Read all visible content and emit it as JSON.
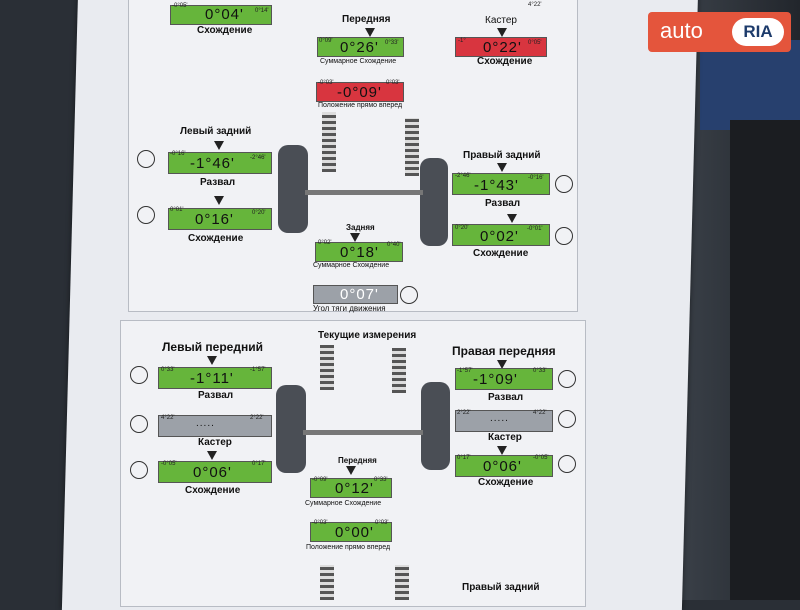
{
  "logo": {
    "prefix": "auto",
    "suffix": "RIA"
  },
  "top_panel": {
    "title": "Текущие измерения",
    "partial_top": {
      "left_toe": {
        "value": "0°04'",
        "left": "-0°05'",
        "right": "0°14'",
        "label": "Схождение"
      },
      "right_caster": {
        "label": "Кастер",
        "left": "",
        "right": "4°22'"
      },
      "front": {
        "label": "Передняя",
        "value": "0°26'",
        "left": "0°09'",
        "right": "0°33'",
        "sum_label": "Суммарное Схождение"
      },
      "right_toe": {
        "value": "0°22'",
        "left": "-1°",
        "right": "0°05'",
        "label": "Схождение"
      },
      "thrust_front": {
        "value": "-0°09'",
        "left": "-0°03'",
        "right": "0°03'",
        "label": "Положение прямо вперед"
      }
    },
    "rear_left": {
      "title": "Левый задний",
      "camber": {
        "value": "-1°46'",
        "left": "-0°16'",
        "right": "-2°46'",
        "label": "Развал"
      },
      "toe": {
        "value": "0°16'",
        "left": "0°01'",
        "right": "0°20'",
        "label": "Схождение"
      }
    },
    "rear_right": {
      "title": "Правый задний",
      "camber": {
        "value": "-1°43'",
        "left": "-2°46'",
        "right": "-0°16'",
        "label": "Развал"
      },
      "toe": {
        "value": "0°02'",
        "left": "0°20'",
        "right": "-0°01'",
        "label": "Схождение"
      }
    },
    "rear_total": {
      "title": "Задняя",
      "value": "0°18'",
      "left": "0°02'",
      "right": "0°40'",
      "label": "Суммарное Схождение"
    },
    "thrust": {
      "value": "0°07'",
      "label": "Угол тяги движения"
    }
  },
  "bottom_panel": {
    "title": "Текущие измерения",
    "front_left": {
      "title": "Левый передний",
      "camber": {
        "value": "-1°11'",
        "left": "0°33'",
        "right": "-1°57'",
        "label": "Развал"
      },
      "caster": {
        "value": ".....",
        "left": "4°22'",
        "right": "2°22'",
        "label": "Кастер"
      },
      "toe": {
        "value": "0°06'",
        "left": "-0°05'",
        "right": "0°17'",
        "label": "Схождение"
      }
    },
    "front_right": {
      "title": "Правая передняя",
      "camber": {
        "value": "-1°09'",
        "left": "-1°57'",
        "right": "0°33'",
        "label": "Развал"
      },
      "caster": {
        "value": ".....",
        "left": "2°22'",
        "right": "4°22'",
        "label": "Кастер"
      },
      "toe": {
        "value": "0°06'",
        "left": "0°17'",
        "right": "-0°05'",
        "label": "Схождение"
      }
    },
    "front_total": {
      "title": "Передняя",
      "value": "0°12'",
      "left": "-0°09'",
      "right": "0°33'",
      "label": "Суммарное Схождение"
    },
    "straight": {
      "value": "0°00'",
      "left": "-0°03'",
      "right": "0°03'",
      "label": "Положение прямо вперед"
    },
    "rear_right_title": "Правый задний"
  }
}
